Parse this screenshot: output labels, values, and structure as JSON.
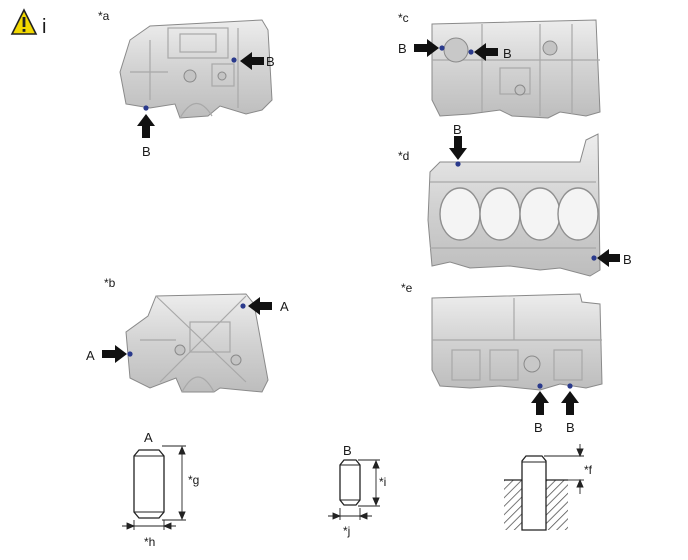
{
  "header": {
    "caution_letter": "i"
  },
  "views": {
    "a": {
      "label": "*a",
      "markers": [
        "B",
        "B"
      ]
    },
    "b": {
      "label": "*b",
      "markers": [
        "A",
        "A"
      ]
    },
    "c": {
      "label": "*c",
      "markers": [
        "B",
        "B"
      ]
    },
    "d": {
      "label": "*d",
      "markers": [
        "B",
        "B"
      ]
    },
    "e": {
      "label": "*e",
      "markers": [
        "B",
        "B"
      ]
    }
  },
  "pins": {
    "a": {
      "title": "A",
      "length_label": "*g",
      "diameter_label": "*h"
    },
    "b": {
      "title": "B",
      "length_label": "*i",
      "diameter_label": "*j"
    },
    "installed": {
      "protrusion_label": "*f"
    }
  },
  "colors": {
    "caution": "#f2d800",
    "dot": "#2a3a8c",
    "casting": "#d6d6d6",
    "casting_dark": "#9a9a9a"
  }
}
